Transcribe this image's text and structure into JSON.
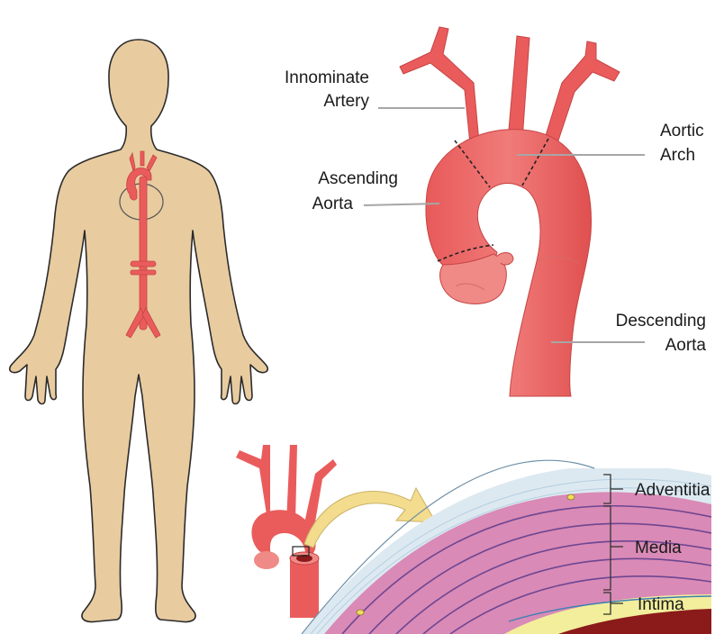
{
  "labels": {
    "innominate_1": "Innominate",
    "innominate_2": "Artery",
    "aortic_1": "Aortic",
    "aortic_2": "Arch",
    "ascending_1": "Ascending",
    "ascending_2": "Aorta",
    "descending_1": "Descending",
    "descending_2": "Aorta",
    "adventitia": "Adventitia",
    "media": "Media",
    "intima": "Intima"
  },
  "colors": {
    "skin": "#e8cb9f",
    "skin_outline": "#2b2b2b",
    "aorta": "#ea5c5c",
    "aorta_light": "#f08a87",
    "aorta_dark": "#c64444",
    "leader": "#a6a6a6",
    "arrow": "#f3dc8e",
    "adventitia": "#dde9f1",
    "media": "#d98ab6",
    "intima": "#f2ee9c",
    "lumen": "#8b1a1a"
  }
}
